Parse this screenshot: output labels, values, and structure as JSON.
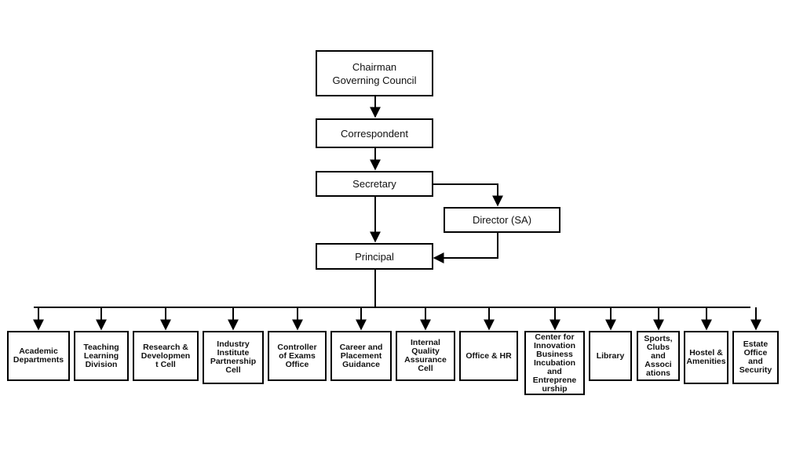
{
  "diagram": {
    "nodes": {
      "chairman": "Chairman\nGoverning Council",
      "correspondent": "Correspondent",
      "secretary": "Secretary",
      "director": "Director (SA)",
      "principal": "Principal"
    },
    "departments": [
      "Academic\nDepartments",
      "Teaching\nLearning\nDivision",
      "Research &\nDevelopmen\nt Cell",
      "Industry\nInstitute\nPartnership\nCell",
      "Controller\nof Exams\nOffice",
      "Career and\nPlacement\nGuidance",
      "Internal\nQuality\nAssurance\nCell",
      "Office & HR",
      "Center for\nInnovation\nBusiness\nIncubation\nand\nEntreprene\nurship",
      "Library",
      "Sports,\nClubs\nand\nAssoci\nations",
      "Hostel &\nAmenities",
      "Estate\nOffice\nand\nSecurity"
    ]
  }
}
